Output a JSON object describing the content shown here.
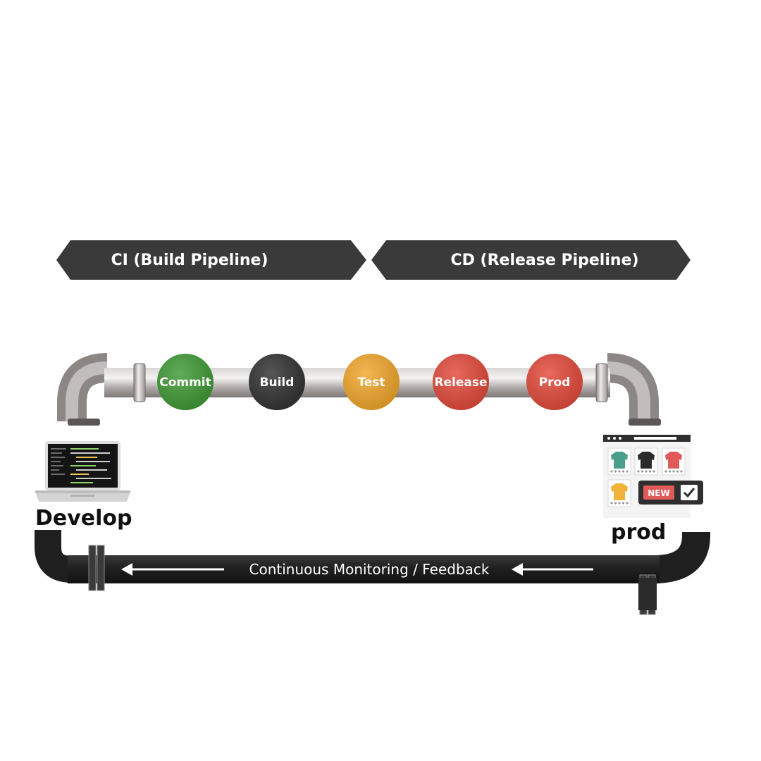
{
  "banners": {
    "ci": "CI (Build Pipeline)",
    "cd": "CD (Release Pipeline)"
  },
  "stages": [
    {
      "label": "Commit",
      "color": "#3f9a35"
    },
    {
      "label": "Build",
      "color": "#323232"
    },
    {
      "label": "Test",
      "color": "#f2a72c"
    },
    {
      "label": "Release",
      "color": "#e34a3b"
    },
    {
      "label": "Prod",
      "color": "#e34a3b"
    }
  ],
  "feedback": {
    "label": "Continuous Monitoring / Feedback"
  },
  "nodes": {
    "develop": "Develop",
    "prod": "prod"
  },
  "storefront": {
    "badge": "NEW",
    "product_colors": [
      "#4c9e8c",
      "#2b2b2b",
      "#e05a5a",
      "#f2b33a"
    ]
  },
  "colors": {
    "banner": "#3a3a3a",
    "pipe_top": "#b9b5b4",
    "pipe_bottom": "#1f1f1f"
  }
}
